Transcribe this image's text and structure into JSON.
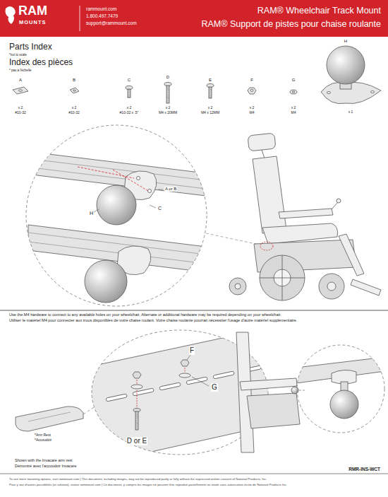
{
  "diagram": {
    "title": "RAM® Wheelchair Track Mount",
    "nodes": [
      {
        "text": [
          "RAM",
          "MOUNTS",
          "rammount.com",
          "1.800.497.7479",
          "support@rammount.com",
          "RAM® Support de pistes pour chaise roulante"
        ]
      }
    ],
    "labels": [
      "Parts Index",
      "*not to scale",
      "Index des pièces",
      "* pas à l'échelle",
      "A",
      "x 2",
      "#10-32",
      "B",
      "x 2",
      "#10-32",
      "C",
      "x 2",
      "#10-32 x .5\"",
      "D",
      "x 2",
      "M4 x 20MM",
      "E",
      "x 2",
      "M4 x 12MM",
      "F",
      "x 2",
      "M4",
      "G",
      "x 2",
      "M4",
      "H",
      "x 1",
      "A or B",
      "H",
      "C",
      "Use the M4 hardware to connect to any available holes on your wheelchair. Alternate or additional hardware may be required depending on your wheelchair.",
      "Utiliser le matériel M4 pour connecter aux trous disponibles de votre chaise roulant. Votre chaise roulante pourrait nécessiter l'usage d'autre matériel supplémentaire.",
      "F",
      "G",
      "D or E",
      "*Arm Rest",
      "*Accoudoir",
      "Shown with the Invacare arm rest",
      "Démontré avec l'accoudoir Invacare",
      "RMR-INS-WCT",
      "To see more mounting options, visit rammount.com | This document, including images, may not be reproduced partly or fully without the expressed written consent of National Products, Inc.",
      "Pour y voir d'autres possibilités (et solution), visitez rammount.com | Ce document, y compris les images ne peuvent être reproduit partiellement ou totale sans autorisation écrite de National Products Inc."
    ]
  }
}
